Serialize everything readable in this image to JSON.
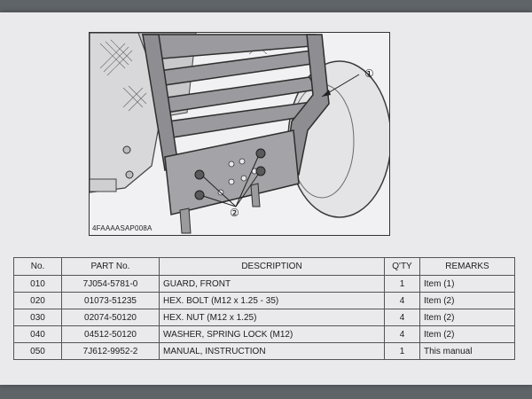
{
  "figure": {
    "code": "4FAAAASAP008A",
    "callouts": [
      "①",
      "②"
    ]
  },
  "table": {
    "headers": {
      "no": "No.",
      "part_no": "PART No.",
      "description": "DESCRIPTION",
      "qty": "Q'TY",
      "remarks": "REMARKS"
    },
    "rows": [
      {
        "no": "010",
        "part_no": "7J054-5781-0",
        "description": "GUARD, FRONT",
        "qty": "1",
        "remarks": "Item (1)"
      },
      {
        "no": "020",
        "part_no": "01073-51235",
        "description": "HEX. BOLT (M12 x 1.25 - 35)",
        "qty": "4",
        "remarks": "Item (2)"
      },
      {
        "no": "030",
        "part_no": "02074-50120",
        "description": "HEX. NUT (M12 x 1.25)",
        "qty": "4",
        "remarks": "Item (2)"
      },
      {
        "no": "040",
        "part_no": "04512-50120",
        "description": "WASHER, SPRING LOCK (M12)",
        "qty": "4",
        "remarks": "Item (2)"
      },
      {
        "no": "050",
        "part_no": "7J612-9952-2",
        "description": "MANUAL, INSTRUCTION",
        "qty": "1",
        "remarks": "This manual"
      }
    ]
  }
}
